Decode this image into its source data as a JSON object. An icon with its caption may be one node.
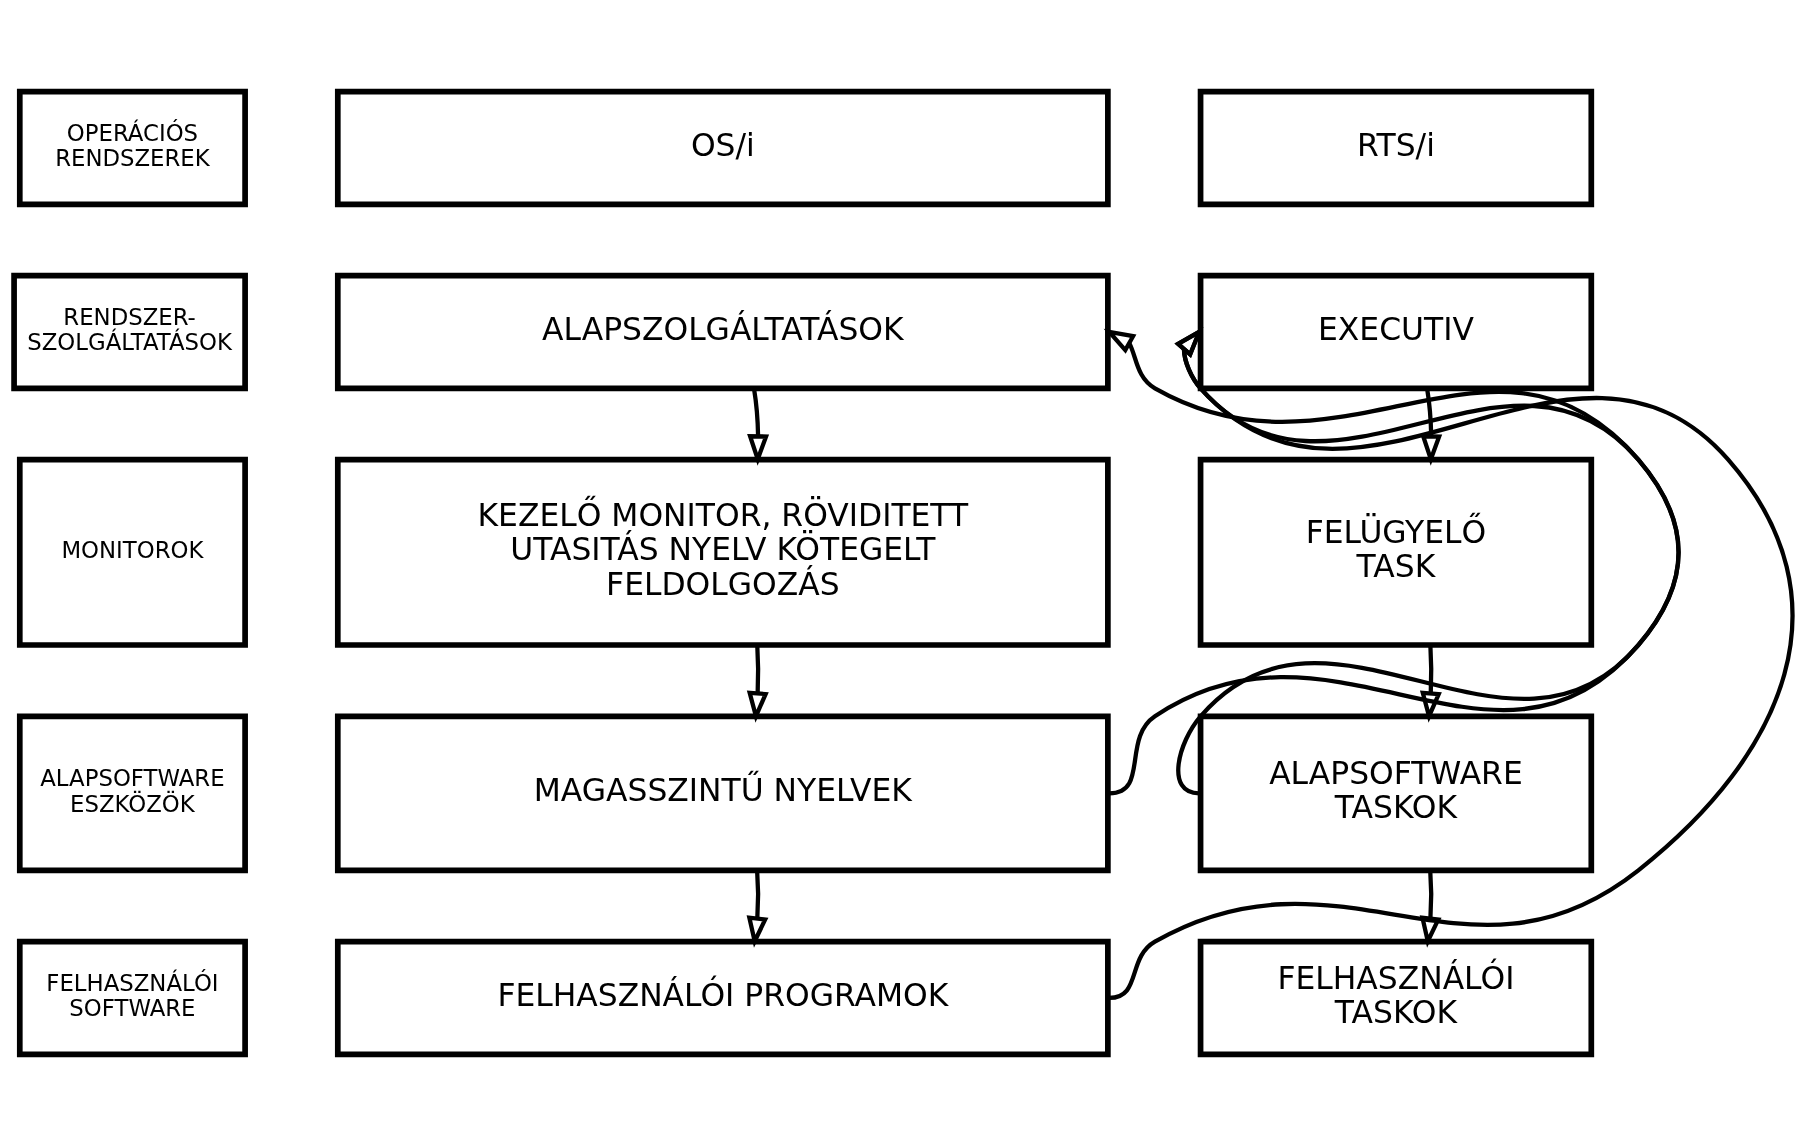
{
  "diagram": {
    "nodes": [
      {
        "text": [
          "OPERÁCIÓS RENDSZEREK"
        ]
      },
      {
        "text": [
          "OS/i"
        ]
      },
      {
        "text": [
          "RTS/i"
        ]
      },
      {
        "text": [
          "RENDSZER-SZOLGÁLTATÁSOK"
        ]
      },
      {
        "text": [
          "ALAPSZOLGÁLTATÁSOK"
        ]
      },
      {
        "text": [
          "EXECUTIV"
        ]
      },
      {
        "text": [
          "MONITOROK"
        ]
      },
      {
        "text": [
          "KEZELŐ MONITOR, RÖVIDITETT UTASITÁS NYELV KÖTEGELT FELDOLGOZÁS"
        ]
      },
      {
        "text": [
          "FELÜGYELŐ TASK"
        ]
      },
      {
        "text": [
          "ALAPSOFTWARE ESZKÖZÖK"
        ]
      },
      {
        "text": [
          "MAGASSZINTŰ NYELVEK"
        ]
      },
      {
        "text": [
          "ALAPSOFTWARE TASKOK"
        ]
      },
      {
        "text": [
          "FELHASZNÁLÓI SOFTWARE"
        ]
      },
      {
        "text": [
          "FELHASZNÁLÓI PROGRAMOK"
        ]
      },
      {
        "text": [
          "FELHASZNÁLÓI TASKOK"
        ]
      }
    ],
    "edges": [
      {
        "from": 4,
        "to": 7,
        "arrow": "to"
      },
      {
        "from": 7,
        "to": 10,
        "arrow": "to"
      },
      {
        "from": 10,
        "to": 13,
        "arrow": "to"
      },
      {
        "from": 5,
        "to": 8,
        "arrow": "to"
      },
      {
        "from": 8,
        "to": 11,
        "arrow": "to"
      },
      {
        "from": 11,
        "to": 14,
        "arrow": "to"
      },
      {
        "from": 11,
        "to": 4,
        "arrow": "to"
      },
      {
        "from": 10,
        "to": 5,
        "arrow": "to"
      },
      {
        "from": 13,
        "to": 5,
        "arrow": "to"
      }
    ]
  }
}
